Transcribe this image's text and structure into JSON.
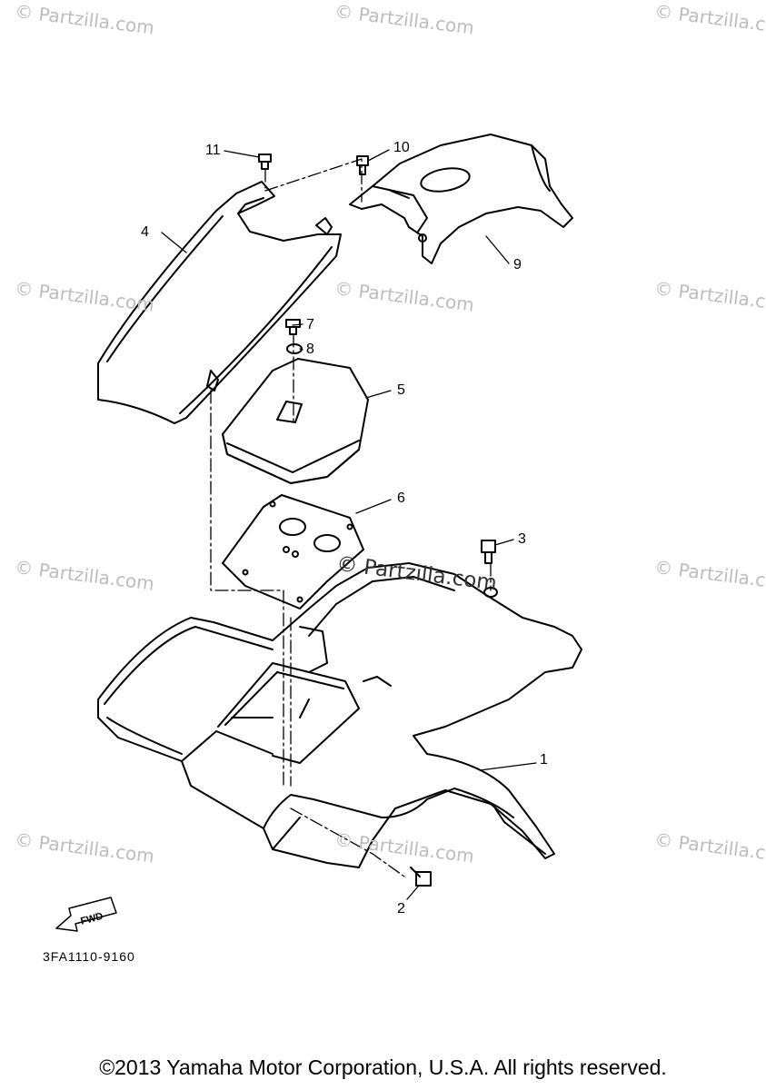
{
  "watermark": {
    "text": "© Partzilla.com",
    "center_text": "© Partzilla.com"
  },
  "callouts": {
    "p1": "1",
    "p2": "2",
    "p3": "3",
    "p4": "4",
    "p5": "5",
    "p6": "6",
    "p7": "7",
    "p8": "8",
    "p9": "9",
    "p10": "10",
    "p11": "11"
  },
  "fwd_label": "FWD",
  "diagram_code": "3FA1110-9160",
  "copyright": "©2013 Yamaha Motor Corporation, U.S.A. All rights reserved.",
  "colors": {
    "line": "#000000",
    "watermark": "#bdbdbd",
    "background": "#ffffff"
  }
}
